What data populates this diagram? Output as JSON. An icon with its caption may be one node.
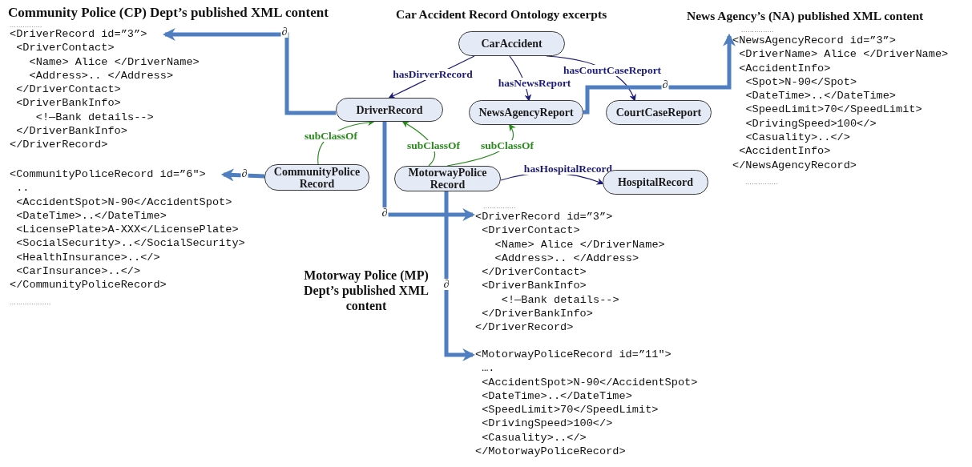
{
  "diagram": {
    "nodes": [
      {
        "text": [
          "CarAccident"
        ]
      },
      {
        "text": [
          "DriverRecord"
        ]
      },
      {
        "text": [
          "NewsAgencyReport"
        ]
      },
      {
        "text": [
          "CourtCaseReport"
        ]
      },
      {
        "text": [
          "CommunityPolice Record"
        ]
      },
      {
        "text": [
          "MotorwayPolice Record"
        ]
      },
      {
        "text": [
          "HospitalRecord"
        ]
      },
      {
        "text": [
          "<DriverRecord id=”3”>",
          "<DriverContact>",
          "<Name> Alice </DriverName>",
          "<Address>.. </Address>",
          "</DriverContact>",
          "<DriverBankInfo>",
          "<!—Bank details-->",
          "</DriverBankInfo>",
          "</DriverRecord>"
        ]
      },
      {
        "text": [
          "<CommunityPoliceRecord id=”6\">",
          "..",
          "<AccidentSpot>N-90</AccidentSpot>",
          "<DateTime>..</DateTime>",
          "<LicensePlate>A-XXX</LicensePlate>",
          "<SocialSecurity>..</SocialSecurity>",
          "<HealthInsurance>..</>",
          "<CarInsurance>..</>",
          "</CommunityPoliceRecord>"
        ]
      },
      {
        "text": [
          "<NewsAgencyRecord id=”3”>",
          "<DriverName> Alice </DriverName>",
          "<AccidentInfo>",
          "<Spot>N-90</Spot>",
          "<DateTime>..</DateTime>",
          "<SpeedLimit>70</SpeedLimit>",
          "<DrivingSpeed>100</>",
          "<Casuality>..</>",
          "<AccidentInfo>",
          "</NewsAgencyRecord>"
        ]
      },
      {
        "text": [
          "<DriverRecord id=”3”>",
          "<DriverContact>",
          "<Name> Alice </DriverName>",
          "<Address>.. </Address>",
          "</DriverContact>",
          "<DriverBankInfo>",
          "<!—Bank details-->",
          "</DriverBankInfo>",
          "</DriverRecord>"
        ]
      },
      {
        "text": [
          "<MotorwayPoliceRecord id=”11\">",
          "….",
          "<AccidentSpot>N-90</AccidentSpot>",
          "<DateTime>..</DateTime>",
          "<SpeedLimit>70</SpeedLimit>",
          "<DrivingSpeed>100</>",
          "<Casuality>..</>",
          "</MotorwayPoliceRecord>"
        ]
      }
    ],
    "edges": [
      {
        "from": 0,
        "to": 1,
        "arrow": "to",
        "label": "hasDirverRecord",
        "color": "#1c1c78"
      },
      {
        "from": 0,
        "to": 2,
        "arrow": "to",
        "label": "hasNewsReport",
        "color": "#1c1c78"
      },
      {
        "from": 0,
        "to": 3,
        "arrow": "to",
        "label": "hasCourtCaseReport",
        "color": "#1c1c78"
      },
      {
        "from": 4,
        "to": 1,
        "arrow": "to",
        "label": "subClassOf",
        "color": "#2a8a1e"
      },
      {
        "from": 5,
        "to": 1,
        "arrow": "to",
        "label": "subClassOf",
        "color": "#2a8a1e"
      },
      {
        "from": 5,
        "to": 2,
        "arrow": "to",
        "label": "subClassOf",
        "color": "#2a8a1e"
      },
      {
        "from": 5,
        "to": 6,
        "arrow": "to",
        "label": "hasHospitalRecord",
        "color": "#1c1c78"
      },
      {
        "from": 1,
        "to": 7,
        "arrow": "to",
        "label": "∂",
        "style": "thick"
      },
      {
        "from": 4,
        "to": 8,
        "arrow": "to",
        "label": "∂",
        "style": "thick"
      },
      {
        "from": 2,
        "to": 9,
        "arrow": "to",
        "label": "∂",
        "style": "thick"
      },
      {
        "from": 1,
        "to": 10,
        "arrow": "to",
        "label": "∂",
        "style": "thick"
      },
      {
        "from": 5,
        "to": 11,
        "arrow": "to",
        "label": "∂",
        "style": "thick"
      }
    ],
    "labels": [
      "Community Police (CP) Dept’s published XML content",
      "Car Accident Record Ontology excerpts",
      "News Agency’s (NA) published XML content",
      "...............",
      "...............",
      "...............",
      "...............",
      "Motorway Police (MP) Dept’s published XML content",
      "..................."
    ]
  }
}
